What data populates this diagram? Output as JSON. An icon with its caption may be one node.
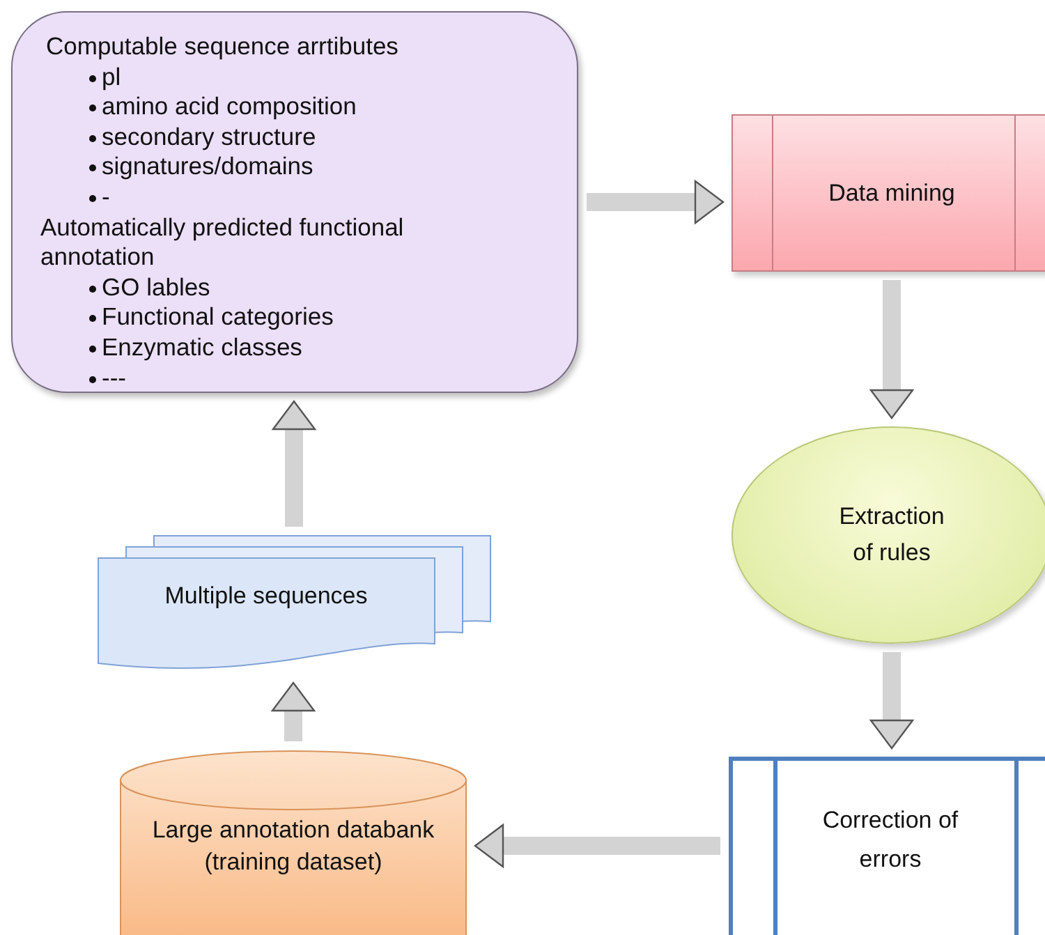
{
  "diagram": {
    "nodes": [
      {
        "text": [
          "Computable sequence arrtibutes",
          "pl",
          "amino acid composition",
          "secondary structure",
          "signatures/domains",
          "-",
          "Automatically predicted functional annotation",
          "GO lables",
          "Functional categories",
          "Enzymatic classes",
          "---"
        ]
      },
      {
        "text": [
          "Data mining"
        ]
      },
      {
        "text": [
          "Extraction of rules"
        ]
      },
      {
        "text": [
          "Correction of errors"
        ]
      },
      {
        "text": [
          "Large annotation databank (training dataset)"
        ]
      },
      {
        "text": [
          "Multiple sequences"
        ]
      }
    ],
    "edges": [
      {
        "from": 0,
        "to": 1,
        "arrow": "to"
      },
      {
        "from": 1,
        "to": 2,
        "arrow": "to"
      },
      {
        "from": 2,
        "to": 3,
        "arrow": "to"
      },
      {
        "from": 3,
        "to": 4,
        "arrow": "to"
      },
      {
        "from": 4,
        "to": 5,
        "arrow": "to"
      },
      {
        "from": 5,
        "to": 0,
        "arrow": "to"
      }
    ]
  }
}
